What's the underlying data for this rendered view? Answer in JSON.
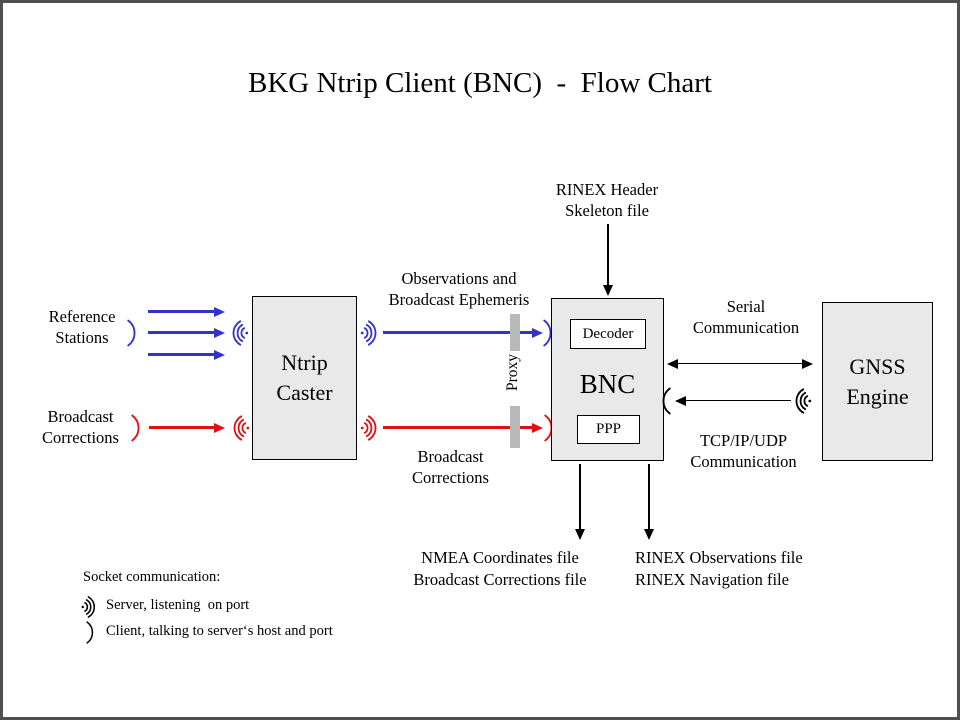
{
  "title": "BKG Ntrip Client (BNC)  -  Flow Chart",
  "nodes": {
    "ntrip_caster": "Ntrip\nCaster",
    "bnc": "BNC",
    "decoder": "Decoder",
    "ppp": "PPP",
    "gnss_engine": "GNSS\nEngine"
  },
  "labels": {
    "reference_stations": "Reference\nStations",
    "broadcast_corrections_input": "Broadcast\nCorrections",
    "observations_ephemeris": "Observations and\nBroadcast Ephemeris",
    "broadcast_corrections_stream": "Broadcast\nCorrections",
    "proxy": "Proxy",
    "rinex_header_skeleton": "RINEX Header\nSkeleton file",
    "serial_communication": "Serial\nCommunication",
    "tcp_udp_communication": "TCP/IP/UDP\nCommunication",
    "nmea_outputs": "NMEA Coordinates file\nBroadcast Corrections file",
    "rinex_outputs": "RINEX Observations file\nRINEX Navigation file"
  },
  "legend": {
    "heading": "Socket communication:",
    "server": "Server, listening  on port",
    "client": "Client, talking to server‘s host and port"
  },
  "colors": {
    "blue": "#3333cc",
    "red": "#e01010",
    "node_fill": "#e9e9e9",
    "node_border": "#000000",
    "proxy_bar": "#b9b9b9",
    "frame_border": "#4f4f4f"
  }
}
